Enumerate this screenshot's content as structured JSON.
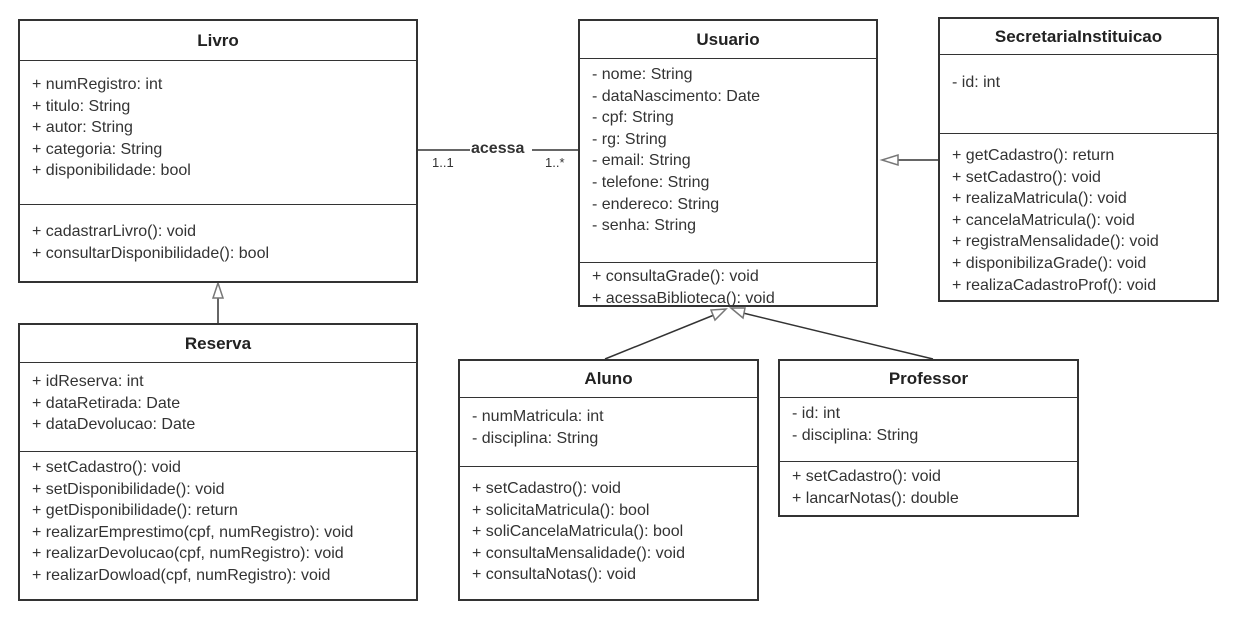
{
  "classes": {
    "livro": {
      "name": "Livro",
      "attributes": [
        "+ numRegistro: int",
        "+ titulo: String",
        "+ autor: String",
        "+ categoria: String",
        "+ disponibilidade: bool"
      ],
      "methods": [
        "+ cadastrarLivro(): void",
        "+ consultarDisponibilidade(): bool"
      ]
    },
    "usuario": {
      "name": "Usuario",
      "attributes": [
        "- nome: String",
        "- dataNascimento: Date",
        "- cpf: String",
        "- rg: String",
        "- email: String",
        "- telefone: String",
        "- endereco: String",
        "- senha: String"
      ],
      "methods": [
        "+ consultaGrade(): void",
        "+ acessaBiblioteca(): void"
      ]
    },
    "secretaria": {
      "name": "SecretariaInstituicao",
      "attributes": [
        "- id: int"
      ],
      "methods": [
        "+ getCadastro(): return",
        "+ setCadastro(): void",
        "+ realizaMatricula(): void",
        "+ cancelaMatricula(): void",
        "+ registraMensalidade(): void",
        "+ disponibilizaGrade(): void",
        "+ realizaCadastroProf(): void"
      ]
    },
    "reserva": {
      "name": "Reserva",
      "attributes": [
        "+ idReserva: int",
        "+ dataRetirada: Date",
        "+ dataDevolucao: Date"
      ],
      "methods": [
        "+ setCadastro(): void",
        "+ setDisponibilidade(): void",
        "+ getDisponibilidade(): return",
        "+ realizarEmprestimo(cpf, numRegistro): void",
        "+ realizarDevolucao(cpf, numRegistro): void",
        "+ realizarDowload(cpf, numRegistro): void"
      ]
    },
    "aluno": {
      "name": "Aluno",
      "attributes": [
        "- numMatricula: int",
        "- disciplina: String"
      ],
      "methods": [
        "+ setCadastro(): void",
        "+ solicitaMatricula(): bool",
        "+ soliCancelaMatricula(): bool",
        "+ consultaMensalidade(): void",
        "+ consultaNotas(): void"
      ]
    },
    "professor": {
      "name": "Professor",
      "attributes": [
        "- id: int",
        "- disciplina: String"
      ],
      "methods": [
        "+ setCadastro(): void",
        "+ lancarNotas(): double"
      ]
    }
  },
  "association": {
    "label": "acessa",
    "multiplicity_livro": "1..1",
    "multiplicity_usuario": "1..*"
  },
  "colors": {
    "line": "#333333",
    "arrowhead": "#777777"
  }
}
